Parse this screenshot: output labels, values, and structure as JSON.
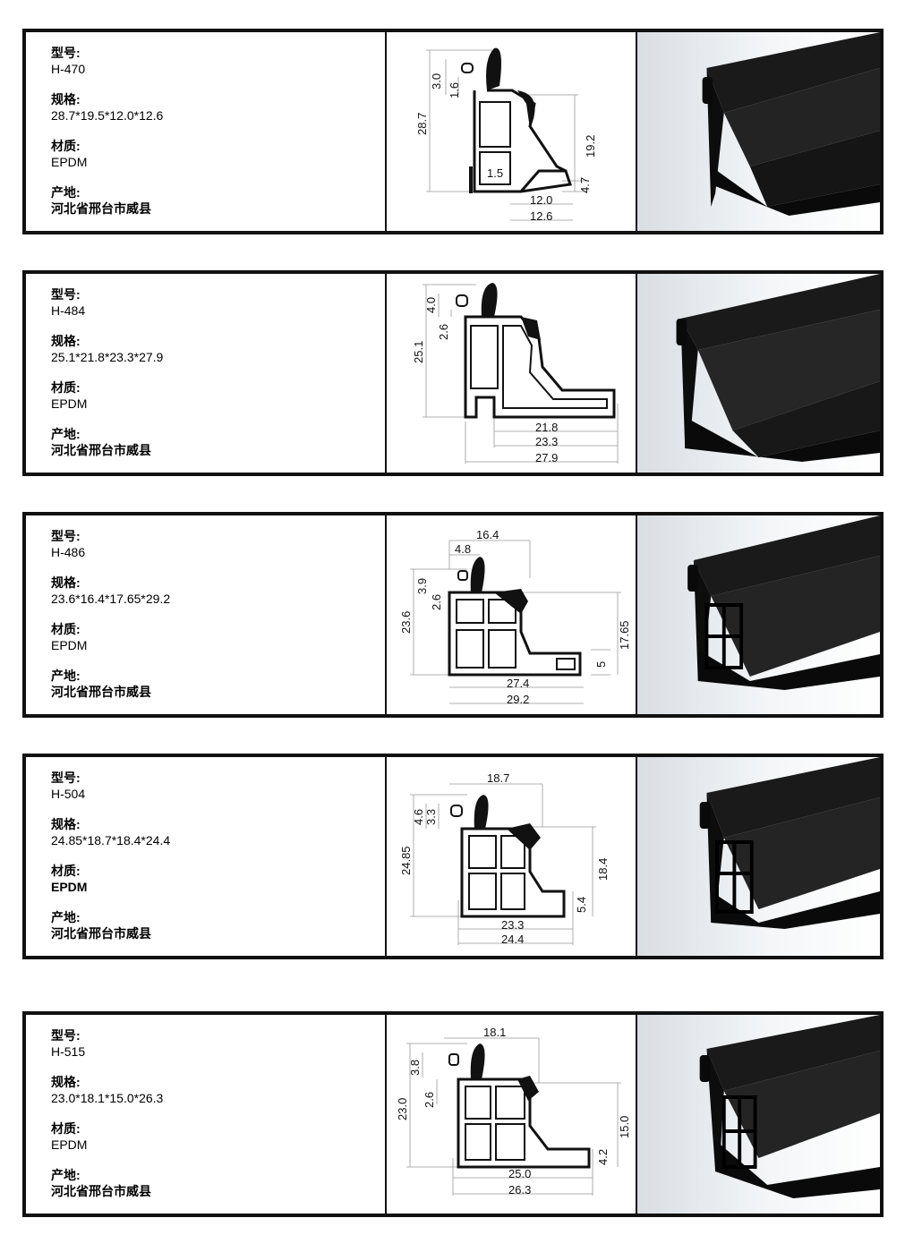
{
  "labels": {
    "model": "型号:",
    "spec": "规格:",
    "material": "材质:",
    "origin": "产地:"
  },
  "products": [
    {
      "model": "H-470",
      "spec": "28.7*19.5*12.0*12.6",
      "material": "EPDM",
      "origin": "河北省邢台市威县",
      "dims": {
        "d1": "3.0",
        "d2": "1.6",
        "d3": "28.7",
        "d4": "19.2",
        "d5": "1.5",
        "d6": "4.7",
        "d7": "12.0",
        "d8": "12.6"
      }
    },
    {
      "model": "H-484",
      "spec": "25.1*21.8*23.3*27.9",
      "material": "EPDM",
      "origin": "河北省邢台市威县",
      "dims": {
        "d1": "4.0",
        "d2": "2.6",
        "d3": "25.1",
        "d4": "21.8",
        "d5": "23.3",
        "d6": "27.9"
      }
    },
    {
      "model": "H-486",
      "spec": "23.6*16.4*17.65*29.2",
      "material": "EPDM",
      "origin": "河北省邢台市威县",
      "dims": {
        "d1": "16.4",
        "d2": "4.8",
        "d3": "3.9",
        "d4": "2.6",
        "d5": "23.6",
        "d6": "17.65",
        "d7": "5",
        "d8": "27.4",
        "d9": "29.2"
      }
    },
    {
      "model": "H-504",
      "spec": "24.85*18.7*18.4*24.4",
      "material": "EPDM",
      "origin": "河北省邢台市威县",
      "dims": {
        "d1": "18.7",
        "d2": "4.6",
        "d3": "3.3",
        "d4": "24.85",
        "d5": "18.4",
        "d6": "5.4",
        "d7": "23.3",
        "d8": "24.4"
      }
    },
    {
      "model": "H-515",
      "spec": "23.0*18.1*15.0*26.3",
      "material": "EPDM",
      "origin": "河北省邢台市威县",
      "dims": {
        "d1": "18.1",
        "d2": "3.8",
        "d3": "2.6",
        "d4": "23.0",
        "d5": "15.0",
        "d6": "4.2",
        "d7": "25.0",
        "d8": "26.3"
      }
    }
  ]
}
